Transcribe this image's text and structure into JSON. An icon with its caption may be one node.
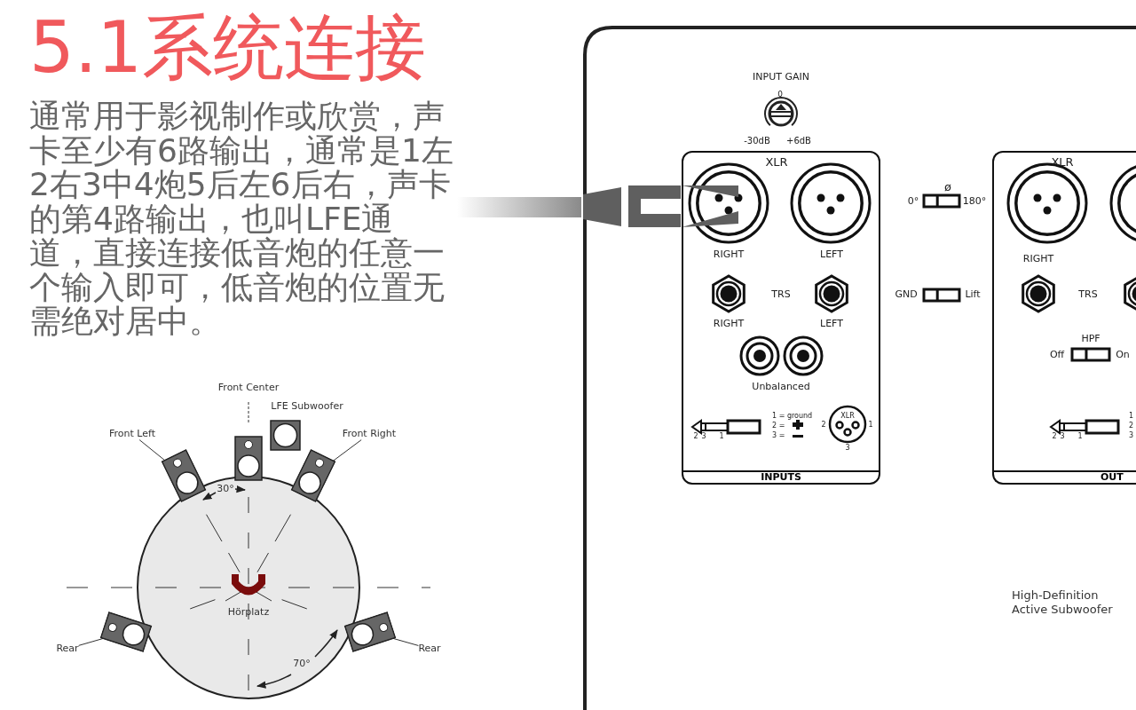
{
  "diagram": {
    "title": "5.1系统连接",
    "nodes": [
      {
        "text": [
          "Front Left"
        ]
      },
      {
        "text": [],
        "shape": "speaker"
      },
      {
        "text": [],
        "shape": "speaker"
      },
      {
        "text": [],
        "shape": "speaker"
      },
      {
        "text": [],
        "shape": "speaker"
      },
      {
        "text": [
          "Front Right"
        ]
      },
      {
        "text": [
          "Rear"
        ]
      },
      {
        "text": [],
        "shape": "speaker"
      },
      {
        "text": [],
        "shape": "speaker"
      },
      {
        "text": [
          "Rear"
        ]
      },
      {
        "text": [
          "INPUTS"
        ]
      },
      {
        "text": [
          "OUT"
        ]
      }
    ],
    "edges": [
      {
        "from": 0,
        "to": 1,
        "arrow": "none"
      },
      {
        "from": 5,
        "to": 4,
        "arrow": "none"
      },
      {
        "from": 6,
        "to": 7,
        "arrow": "none"
      },
      {
        "from": 9,
        "to": 8,
        "arrow": "none"
      }
    ],
    "labels": [
      "通常用于影视制作或欣赏，声卡至少有6路输出，通常是1左2右3中4炮5后左6后右，声卡的第4路输出，也叫LFE通道，直接连接低音炮的任意一个输入即可，低音炮的位置无需绝对居中。",
      "Front Center",
      "LFE Subwoofer",
      "30°",
      "Hörplatz",
      "70°",
      "INPUT GAIN",
      "0",
      "-30dB",
      "+6dB",
      "XLR",
      "ø",
      "0°",
      "180°",
      "XLR",
      "RIGHT",
      "LEFT",
      "RIGHT",
      "TRS",
      "GND",
      "Lift",
      "TRS",
      "RIGHT",
      "LEFT",
      "HPF",
      "Off",
      "On",
      "Unbalanced",
      "1 = ground",
      "XLR",
      "1",
      "2 =",
      "2",
      "1",
      "2",
      "2",
      "3",
      "1",
      "3 =",
      "2",
      "3",
      "1",
      "3",
      "3",
      "High-Definition Active Subwoofer"
    ]
  }
}
